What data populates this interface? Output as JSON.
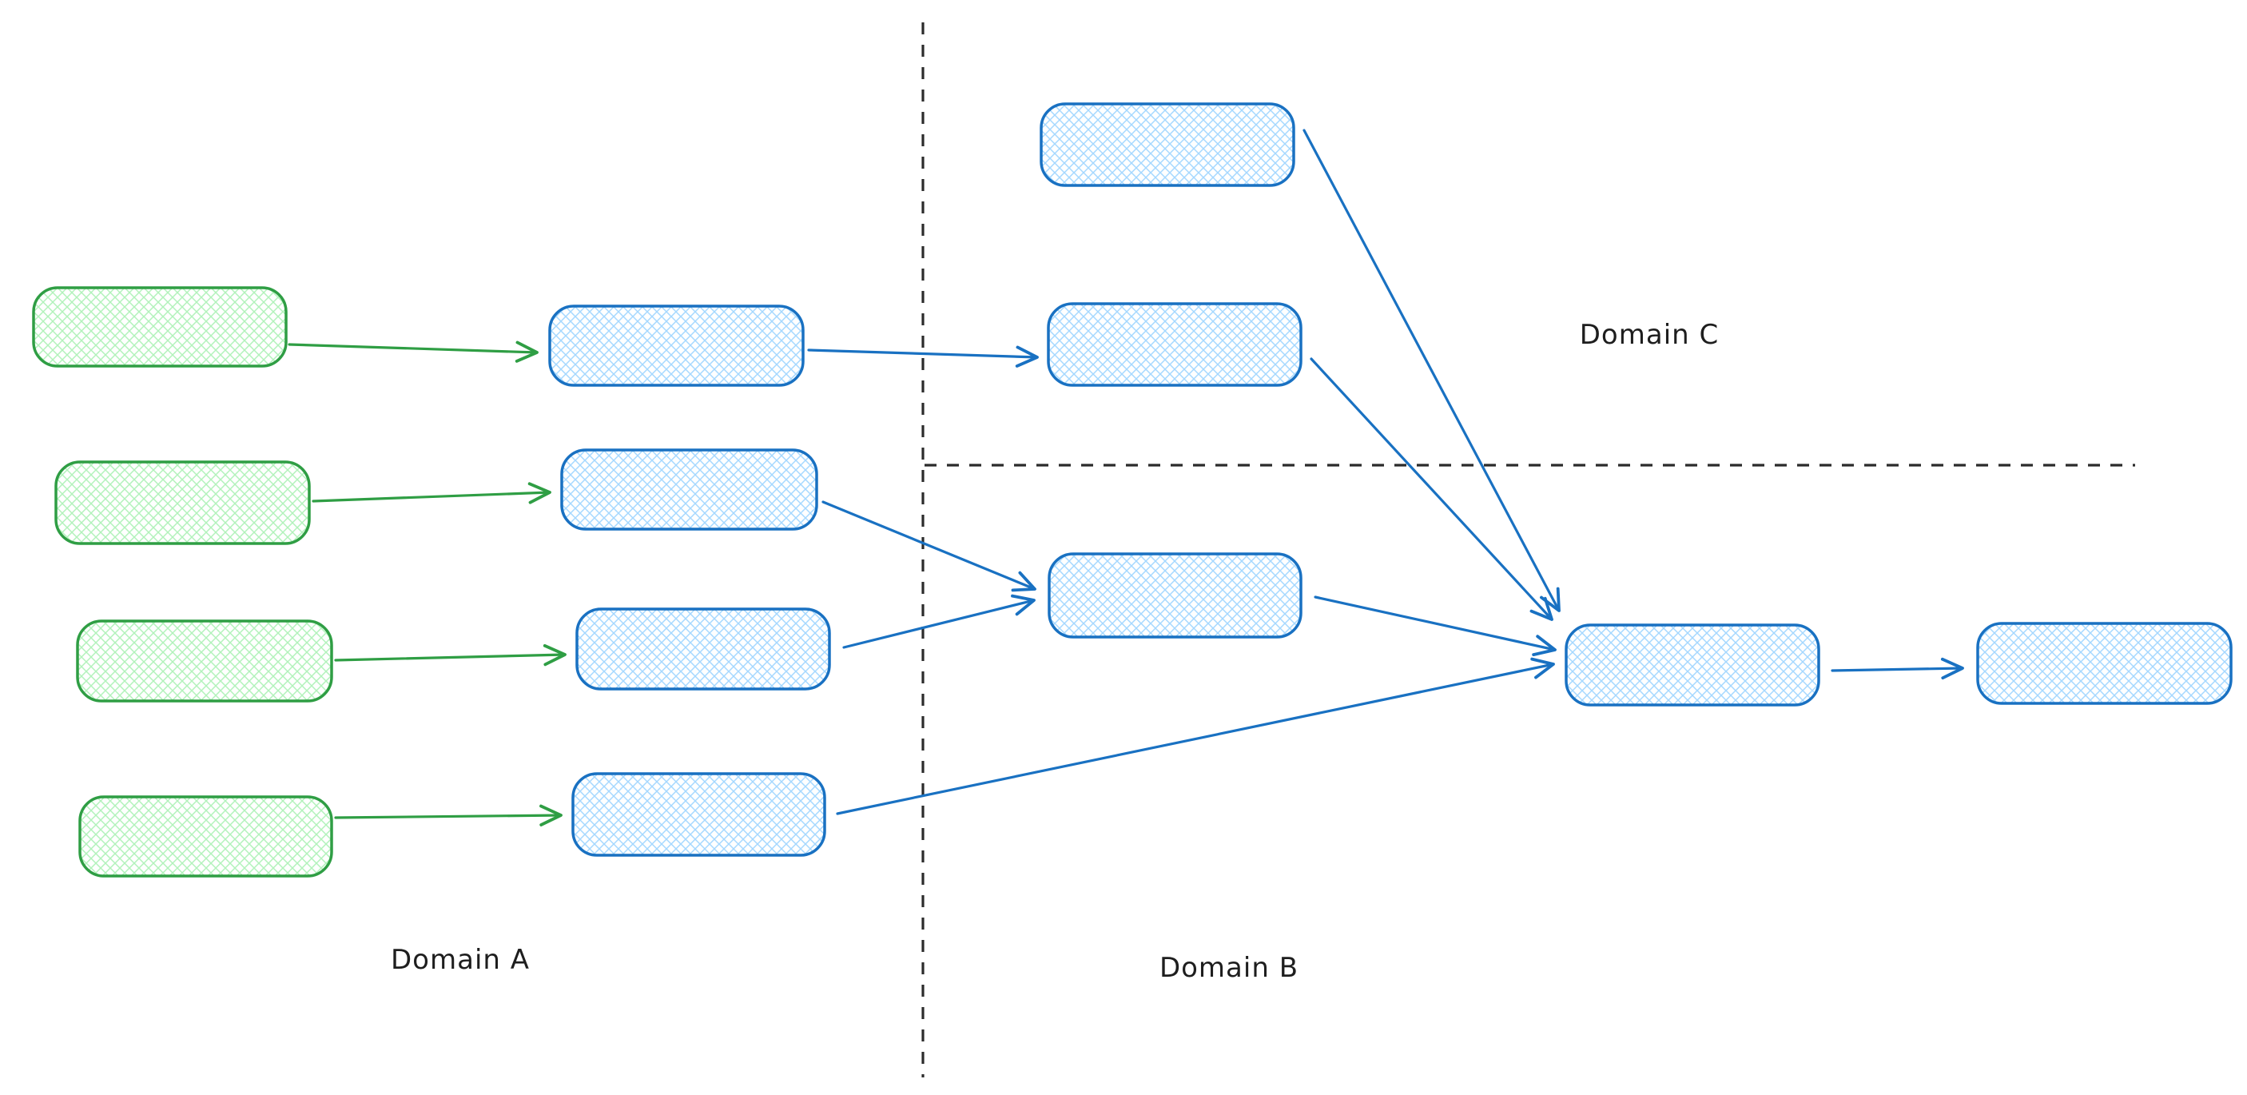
{
  "app": {
    "description": "Hand-drawn style flow diagram with three domains",
    "background": "#ffffff"
  },
  "colors": {
    "green_stroke": "#2f9e44",
    "green_fill": "#b2f2bb",
    "blue_stroke": "#1971c2",
    "blue_fill": "#a5d8ff",
    "divider": "#2b2b2b",
    "text": "#1e1e1e"
  },
  "labels": {
    "domain_a": "Domain A",
    "domain_b": "Domain B",
    "domain_c": "Domain C"
  },
  "diagram": {
    "regions": [
      {
        "id": "domain-a",
        "label": "Domain A",
        "position": "left of vertical dashed divider"
      },
      {
        "id": "domain-b",
        "label": "Domain B",
        "position": "right of vertical divider, below horizontal dashed divider"
      },
      {
        "id": "domain-c",
        "label": "Domain C",
        "position": "right of vertical divider, above horizontal dashed divider"
      }
    ],
    "nodes": [
      {
        "id": "source-a1",
        "region": "domain-a",
        "color": "green",
        "label": ""
      },
      {
        "id": "source-a2",
        "region": "domain-a",
        "color": "green",
        "label": ""
      },
      {
        "id": "source-a3",
        "region": "domain-a",
        "color": "green",
        "label": ""
      },
      {
        "id": "source-a4",
        "region": "domain-a",
        "color": "green",
        "label": ""
      },
      {
        "id": "node-a1",
        "region": "domain-a",
        "color": "blue",
        "label": ""
      },
      {
        "id": "node-a2",
        "region": "domain-a",
        "color": "blue",
        "label": ""
      },
      {
        "id": "node-a3",
        "region": "domain-a",
        "color": "blue",
        "label": ""
      },
      {
        "id": "node-a4",
        "region": "domain-a",
        "color": "blue",
        "label": ""
      },
      {
        "id": "node-c1",
        "region": "domain-c",
        "color": "blue",
        "label": ""
      },
      {
        "id": "node-c2",
        "region": "domain-c",
        "color": "blue",
        "label": ""
      },
      {
        "id": "node-b1",
        "region": "domain-b",
        "color": "blue",
        "label": ""
      },
      {
        "id": "node-merge",
        "region": "domain-b",
        "color": "blue",
        "label": ""
      },
      {
        "id": "node-final",
        "region": "domain-b",
        "color": "blue",
        "label": ""
      }
    ],
    "edges": [
      {
        "from": "source-a1",
        "to": "node-a1",
        "color": "green"
      },
      {
        "from": "source-a2",
        "to": "node-a2",
        "color": "green"
      },
      {
        "from": "source-a3",
        "to": "node-a3",
        "color": "green"
      },
      {
        "from": "source-a4",
        "to": "node-a4",
        "color": "green"
      },
      {
        "from": "node-a1",
        "to": "node-c2",
        "color": "blue"
      },
      {
        "from": "node-a2",
        "to": "node-b1",
        "color": "blue"
      },
      {
        "from": "node-a3",
        "to": "node-b1",
        "color": "blue"
      },
      {
        "from": "node-a4",
        "to": "node-merge",
        "color": "blue"
      },
      {
        "from": "node-c1",
        "to": "node-merge",
        "color": "blue"
      },
      {
        "from": "node-c2",
        "to": "node-merge",
        "color": "blue"
      },
      {
        "from": "node-b1",
        "to": "node-merge",
        "color": "blue"
      },
      {
        "from": "node-merge",
        "to": "node-final",
        "color": "blue"
      }
    ]
  }
}
